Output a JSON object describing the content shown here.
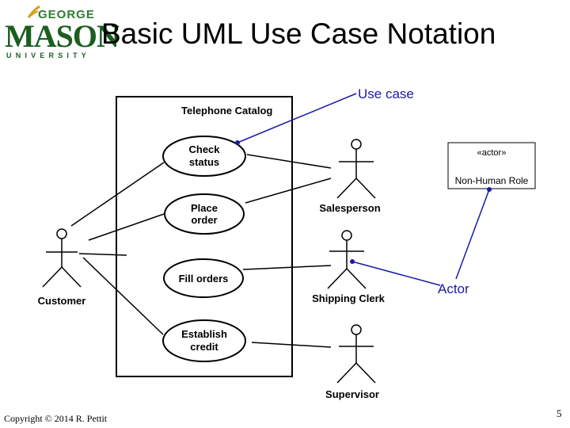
{
  "logo": {
    "line1": "GEORGE",
    "line2": "MASON",
    "line3": "UNIVERSITY"
  },
  "slide": {
    "title": "Basic UML Use Case Notation",
    "copyright": "Copyright © 2014 R. Pettit",
    "page_number": "5"
  },
  "diagram": {
    "system_name": "Telephone Catalog",
    "use_cases": [
      {
        "line1": "Check",
        "line2": "status"
      },
      {
        "line1": "Place",
        "line2": "order"
      },
      {
        "line1": "Fill orders",
        "line2": ""
      },
      {
        "line1": "Establish",
        "line2": "credit"
      }
    ],
    "actors": [
      "Customer",
      "Salesperson",
      "Shipping Clerk",
      "Supervisor"
    ],
    "stereotype_box": {
      "stereotype": "«actor»",
      "name": "Non-Human Role"
    },
    "callouts": {
      "use_case": "Use case",
      "actor": "Actor"
    }
  },
  "colors": {
    "callout": "#1a1aa8",
    "logo_green": "#1b5e20",
    "logo_gold": "#d4a017"
  }
}
